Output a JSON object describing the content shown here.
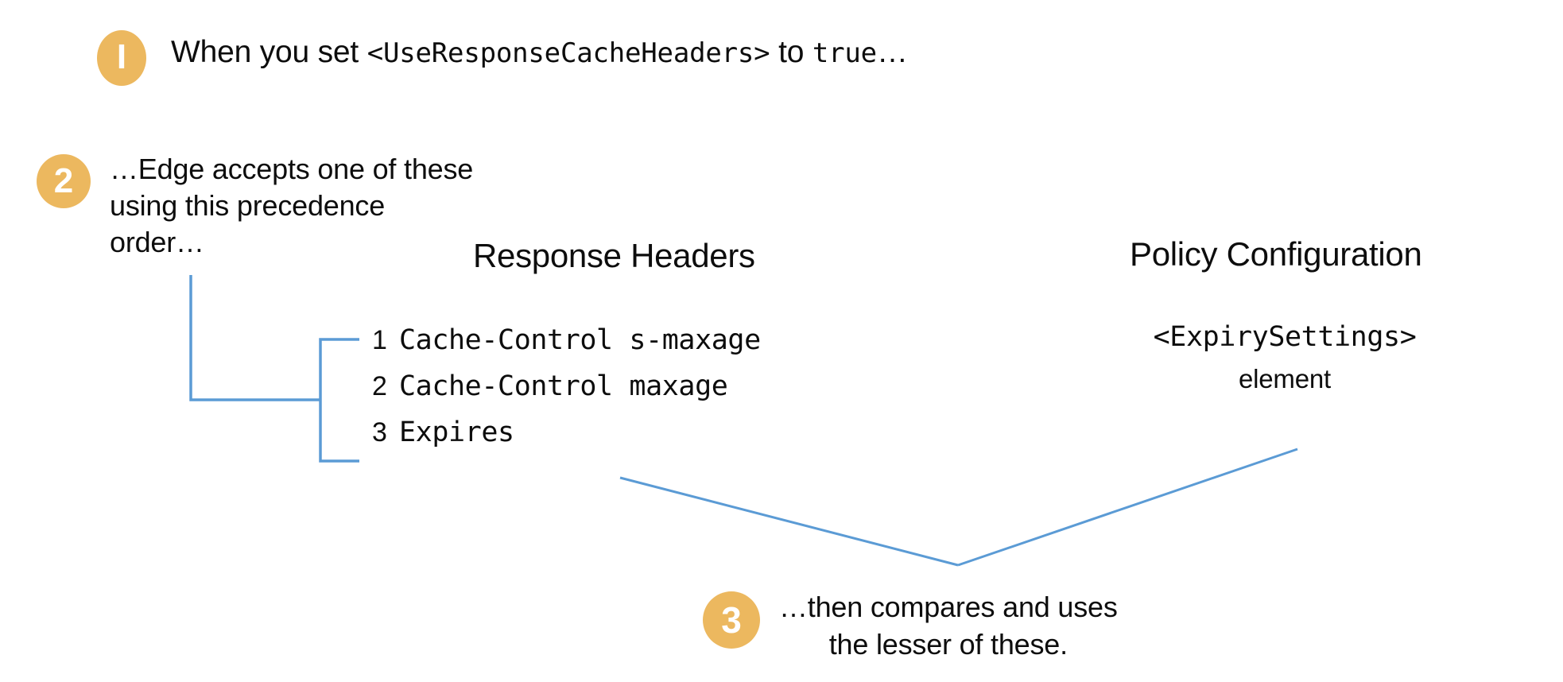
{
  "theme": {
    "background": "#ffffff",
    "badge_fill": "#ecb85f",
    "badge_text": "#ffffff",
    "text_color": "#0d0d0d",
    "connector_color": "#5b9bd5"
  },
  "steps": [
    {
      "number": "1",
      "badge_label": "I",
      "text_plain": "When you set <UseResponseCacheHeaders> to true…",
      "text_prefix": "When you set ",
      "text_mono": "<UseResponseCacheHeaders>",
      "text_middle": " to ",
      "text_mono_2": "true",
      "text_suffix": "…"
    },
    {
      "number": "2",
      "badge_label": "2",
      "lines": [
        "…Edge accepts one of these",
        "using this precedence",
        "order…"
      ]
    },
    {
      "number": "3",
      "badge_label": "3",
      "lines": [
        "…then compares and uses",
        "the lesser of these."
      ]
    }
  ],
  "columns": {
    "response_headers": {
      "heading": "Response Headers",
      "items": [
        {
          "index": "1",
          "name": "Cache-Control s-maxage"
        },
        {
          "index": "2",
          "name": "Cache-Control maxage"
        },
        {
          "index": "3",
          "name": "Expires"
        }
      ]
    },
    "policy_configuration": {
      "heading": "Policy Configuration",
      "element_tag": "<ExpirySettings>",
      "element_word": "element"
    }
  }
}
